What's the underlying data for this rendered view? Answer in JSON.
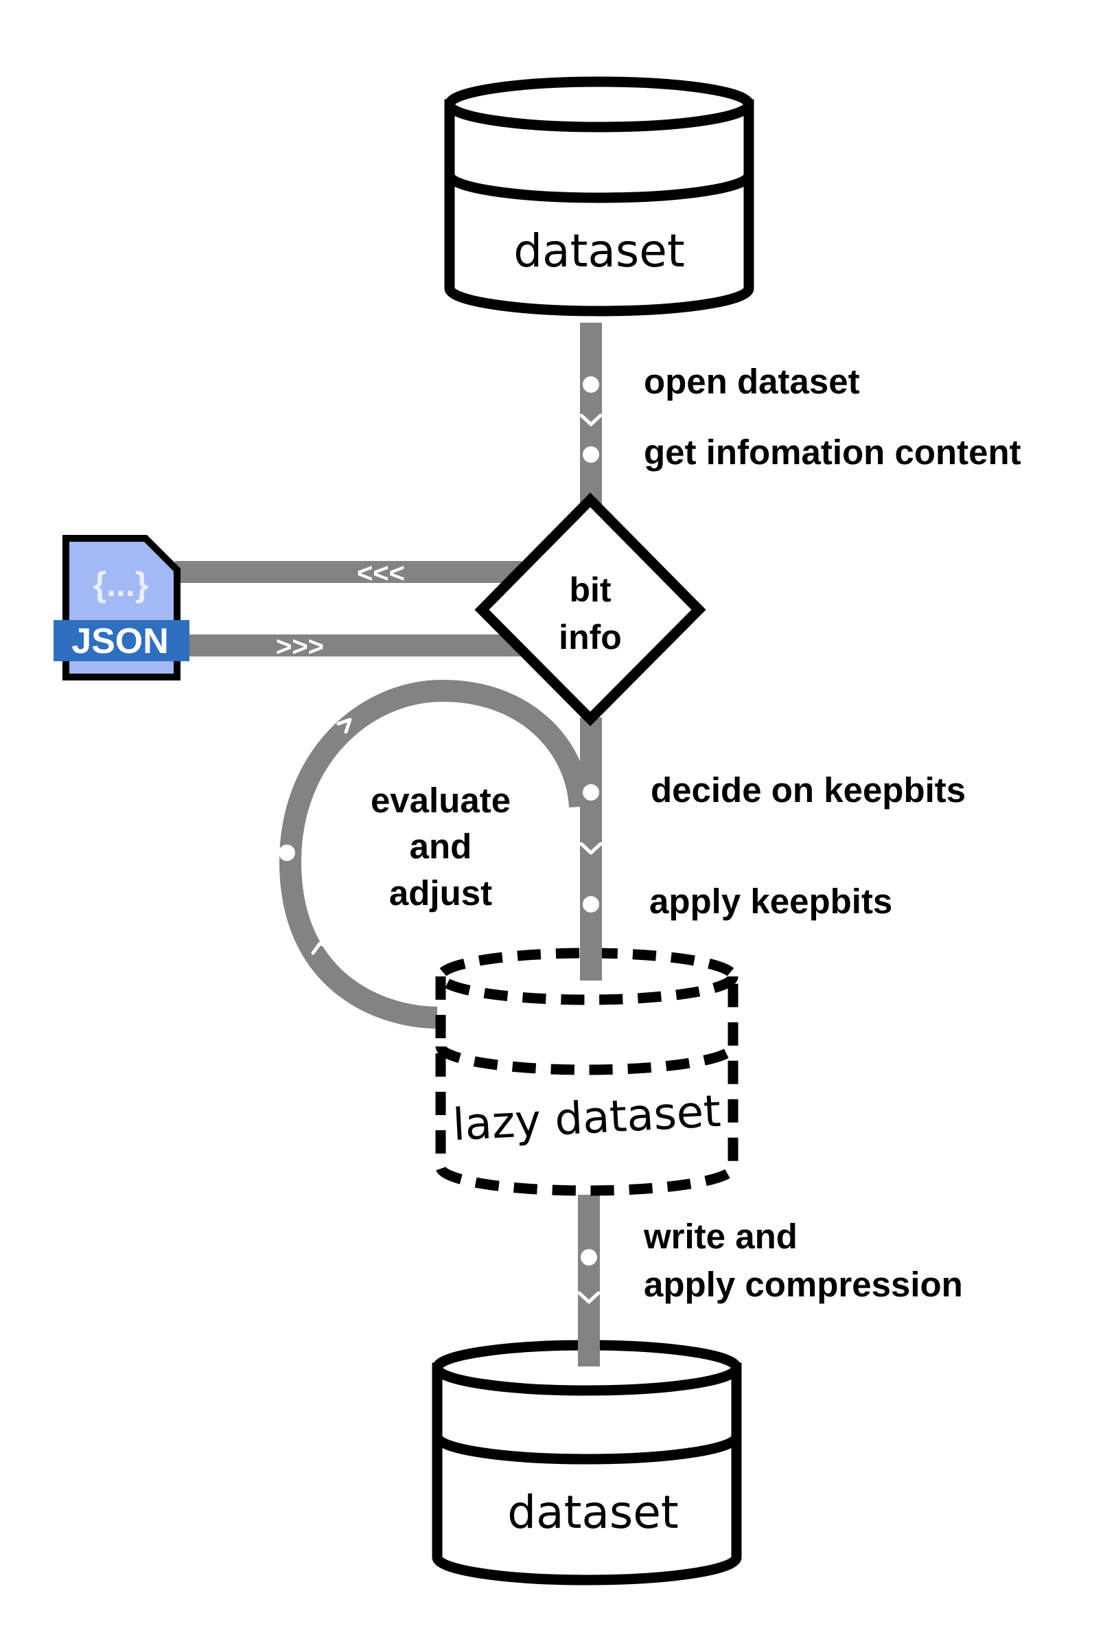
{
  "colors": {
    "pipe": "#838383",
    "outline": "#000000",
    "json_file": "#a2b9f5",
    "json_band": "#2f6fbf",
    "marker": "#ffffff"
  },
  "nodes": {
    "top_dataset": "dataset",
    "bitinfo_line1": "bit",
    "bitinfo_line2": "info",
    "lazy_dataset": "lazy dataset",
    "bottom_dataset": "dataset",
    "json_braces": "{...}",
    "json_label": "JSON"
  },
  "steps": {
    "open_dataset": "open dataset",
    "get_information": "get infomation content",
    "decide_keepbits": "decide on keepbits",
    "apply_keepbits": "apply keepbits",
    "write_line1": "write and",
    "write_line2": "apply compression"
  },
  "loop": {
    "line1": "evaluate",
    "line2": "and",
    "line3": "adjust"
  },
  "arrows": {
    "to_json": "<<<",
    "from_json": ">>>"
  },
  "icons": [
    "database-icon",
    "json-file-icon",
    "decision-diamond"
  ]
}
